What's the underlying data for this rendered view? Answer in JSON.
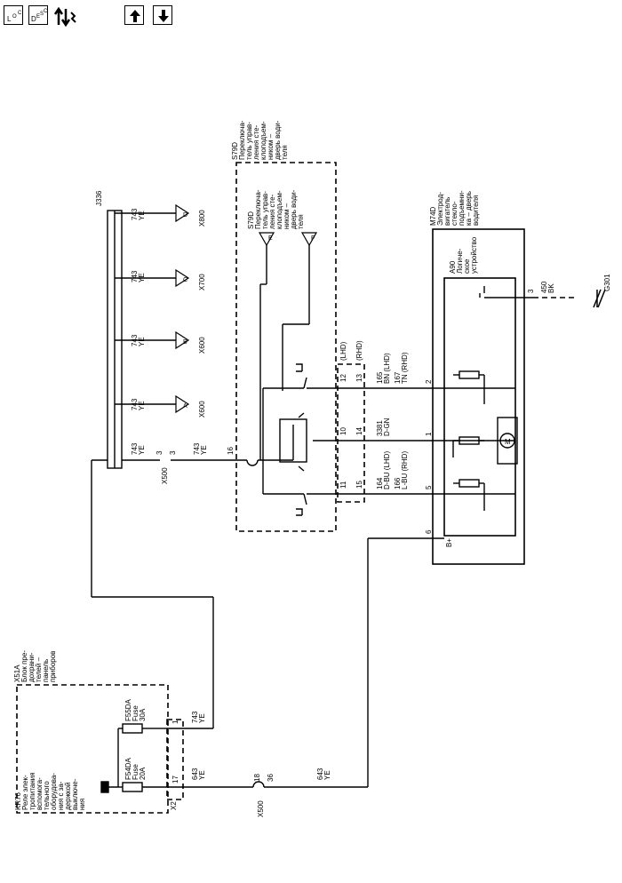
{
  "toolbar": {
    "loc_l": "L",
    "loc_o": "O",
    "loc_c": "C",
    "desc_d": "D",
    "desc_e": "E",
    "desc_s": "S",
    "desc_c": "C"
  },
  "icons": [
    "location-icon",
    "description-icon",
    "wiring-diagnostic-icon",
    "arrow-up-icon",
    "arrow-down-icon"
  ],
  "components": {
    "j336": "J336",
    "x500_top": "X500",
    "x500_bottom": "X500",
    "x2": "X2",
    "s79d_title": [
      "S79D",
      "Переключа-",
      "тель управ-",
      "ления сте-",
      "клоподъем-",
      "ником –",
      "дверь води-",
      "теля"
    ],
    "s79d_inner": [
      "S79D",
      "Переключа-",
      "тель управ-",
      "ления сте-",
      "клоподъем-",
      "ником –",
      "дверь води-",
      "теля"
    ],
    "m74d": [
      "M74D",
      "Электрод-",
      "вигатель",
      "стекло-",
      "подъемни-",
      "ка – дверь",
      "водителя"
    ],
    "a90": [
      "A90",
      "Логиче-",
      "ское",
      "устройство"
    ],
    "x51a": [
      "X51A",
      "Блок пре-",
      "дохрани-",
      "телей –",
      "панель",
      "приборов"
    ],
    "kr76": [
      "KR76",
      "Реле элек-",
      "тропитания",
      "вспомога-",
      "тельного",
      "оборудова-",
      "ния с за-",
      "держкой",
      "выключе-",
      "ния"
    ],
    "f54da": [
      "F54DA",
      "Fuse",
      "20A"
    ],
    "f55da": [
      "F55DA",
      "Fuse",
      "30A"
    ],
    "g301": "G301",
    "motor": "M",
    "b_plus": "B+"
  },
  "wires": {
    "w743_ye_1": [
      "743",
      "YE"
    ],
    "w743_ye_2": [
      "743",
      "YE"
    ],
    "w743_ye_3": [
      "743",
      "YE"
    ],
    "w743_ye_4": [
      "743",
      "YE"
    ],
    "w743_ye_5": [
      "743",
      "YE"
    ],
    "w743_ye_6": [
      "743",
      "YE"
    ],
    "w743_ye_7": [
      "743",
      "YE"
    ],
    "w643_ye_1": [
      "643",
      "YE"
    ],
    "w643_ye_2": [
      "643",
      "YE"
    ],
    "w165": [
      "165",
      "BN (LHD)"
    ],
    "w167": [
      "167",
      "TN (RHD)"
    ],
    "w3381": [
      "3381",
      "D-GN"
    ],
    "w164": [
      "164",
      "D-BU (LHD)"
    ],
    "w166": [
      "166",
      "L-BU (RHD)"
    ],
    "w450": [
      "450",
      "BK"
    ]
  },
  "connectors": {
    "a": "A",
    "b": "B",
    "c": "C",
    "d": "D",
    "e": "E",
    "f": "F",
    "x600a": "X600",
    "x600b": "X600",
    "x700": "X700",
    "x800": "X800"
  },
  "pins": {
    "p3a": "3",
    "p3b": "3",
    "p16": "16",
    "p12": "12",
    "p13": "13",
    "p10": "10",
    "p14": "14",
    "p11": "11",
    "p15": "15",
    "p2": "2",
    "p1": "1",
    "p5": "5",
    "p6": "6",
    "p3c": "3",
    "p18": "18",
    "p36": "36",
    "p1x": "1",
    "p17": "17",
    "lhd": "(LHD)",
    "rhd": "(RHD)"
  }
}
